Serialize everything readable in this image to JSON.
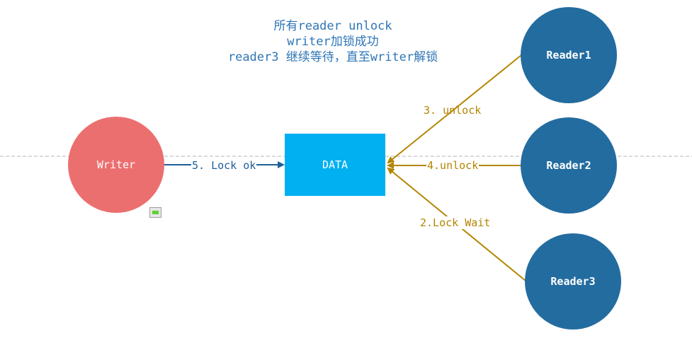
{
  "caption": {
    "line1": "所有reader unlock",
    "line2": "writer加锁成功",
    "line3": "reader3 继续等待，直至writer解锁"
  },
  "nodes": {
    "writer": "Writer",
    "data": "DATA",
    "reader1": "Reader1",
    "reader2": "Reader2",
    "reader3": "Reader3"
  },
  "edges": {
    "writer_to_data": "5. Lock ok",
    "reader1_to_data": "3. unlock",
    "reader2_to_data": "4.unlock",
    "reader3_to_data": "2.Lock Wait"
  },
  "colors": {
    "writer": "#ec6f70",
    "reader": "#236ca0",
    "data": "#00b0f0",
    "writer_arrow": "#1f5f99",
    "reader_arrow": "#b38600",
    "caption": "#2e75b6"
  },
  "icons": [
    "collapse-toggle-icon"
  ]
}
